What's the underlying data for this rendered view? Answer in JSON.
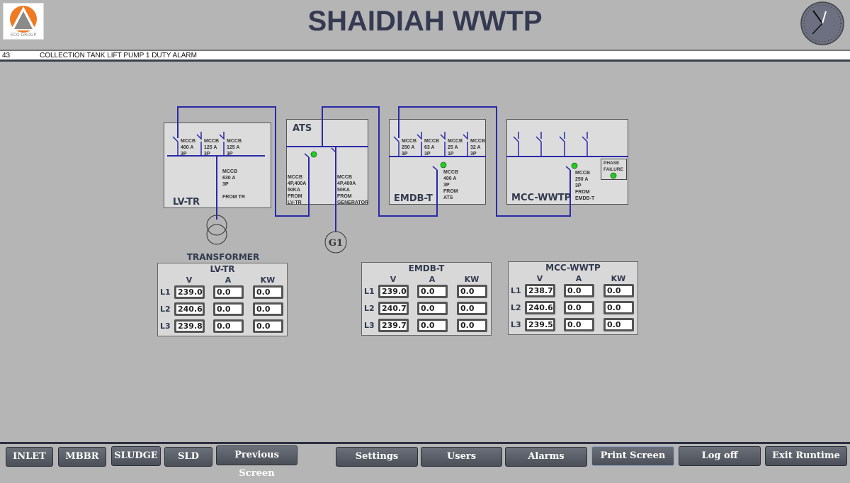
{
  "header": {
    "title": "SHAIDIAH WWTP",
    "logo_text": "ECO GROUP"
  },
  "alarm": {
    "id": "43",
    "text": "COLLECTION TANK LIFT PUMP 1 DUTY ALARM"
  },
  "diagram": {
    "lvtr": {
      "name": "LV-TR",
      "breakers": [
        [
          "MCCB",
          "400 A",
          "3P"
        ],
        [
          "MCCB",
          "125 A",
          "3P"
        ],
        [
          "MCCB",
          "125 A",
          "3P"
        ]
      ],
      "incomer": [
        "MCCB",
        "630 A",
        "3P",
        "",
        "FROM TR"
      ]
    },
    "ats": {
      "name": "ATS",
      "left": [
        "MCCB",
        "4P,400A",
        "50KA",
        "FROM",
        "LV-TR"
      ],
      "right": [
        "MCCB",
        "4P,400A",
        "50KA",
        "FROM",
        "GENERATOR"
      ]
    },
    "emdb": {
      "name": "EMDB-T",
      "breakers": [
        [
          "MCCB",
          "250 A",
          "3P"
        ],
        [
          "MCCB",
          "63 A",
          "3P"
        ],
        [
          "MCCB",
          "25 A",
          "1P"
        ],
        [
          "MCCB",
          "32 A",
          "3P"
        ]
      ],
      "incomer": [
        "MCCB",
        "400 A",
        "3P",
        "FROM",
        "ATS"
      ]
    },
    "mcc": {
      "name": "MCC-WWTP",
      "incomer": [
        "MCCB",
        "250 A",
        "3P",
        "FROM",
        "EMDB-T"
      ],
      "phase_failure": [
        "PHASE",
        "FAILURE"
      ]
    },
    "transformer": "TRANSFORMER",
    "generator": "G1",
    "status_color": "#22cc22",
    "line_color": "#2a2aa8"
  },
  "meters": [
    {
      "title": "LV-TR",
      "headers": [
        "V",
        "A",
        "KW"
      ],
      "rows": [
        {
          "label": "L1",
          "v": "239.0",
          "a": "0.0",
          "kw": "0.0"
        },
        {
          "label": "L2",
          "v": "240.6",
          "a": "0.0",
          "kw": "0.0"
        },
        {
          "label": "L3",
          "v": "239.8",
          "a": "0.0",
          "kw": "0.0"
        }
      ]
    },
    {
      "title": "EMDB-T",
      "headers": [
        "V",
        "A",
        "KW"
      ],
      "rows": [
        {
          "label": "L1",
          "v": "239.0",
          "a": "0.0",
          "kw": "0.0"
        },
        {
          "label": "L2",
          "v": "240.7",
          "a": "0.0",
          "kw": "0.0"
        },
        {
          "label": "L3",
          "v": "239.7",
          "a": "0.0",
          "kw": "0.0"
        }
      ]
    },
    {
      "title": "MCC-WWTP",
      "headers": [
        "V",
        "A",
        "KW"
      ],
      "rows": [
        {
          "label": "L1",
          "v": "238.7",
          "a": "0.0",
          "kw": "0.0"
        },
        {
          "label": "L2",
          "v": "240.6",
          "a": "0.0",
          "kw": "0.0"
        },
        {
          "label": "L3",
          "v": "239.5",
          "a": "0.0",
          "kw": "0.0"
        }
      ]
    }
  ],
  "nav": {
    "inlet": "INLET",
    "mbbr": "MBBR",
    "sludge": "SLUDGE",
    "sld": "SLD",
    "previous": "Previous Screen",
    "settings": "Settings",
    "users": "Users",
    "alarms": "Alarms",
    "print": "Print Screen",
    "logoff": "Log off",
    "exit": "Exit Runtime"
  }
}
